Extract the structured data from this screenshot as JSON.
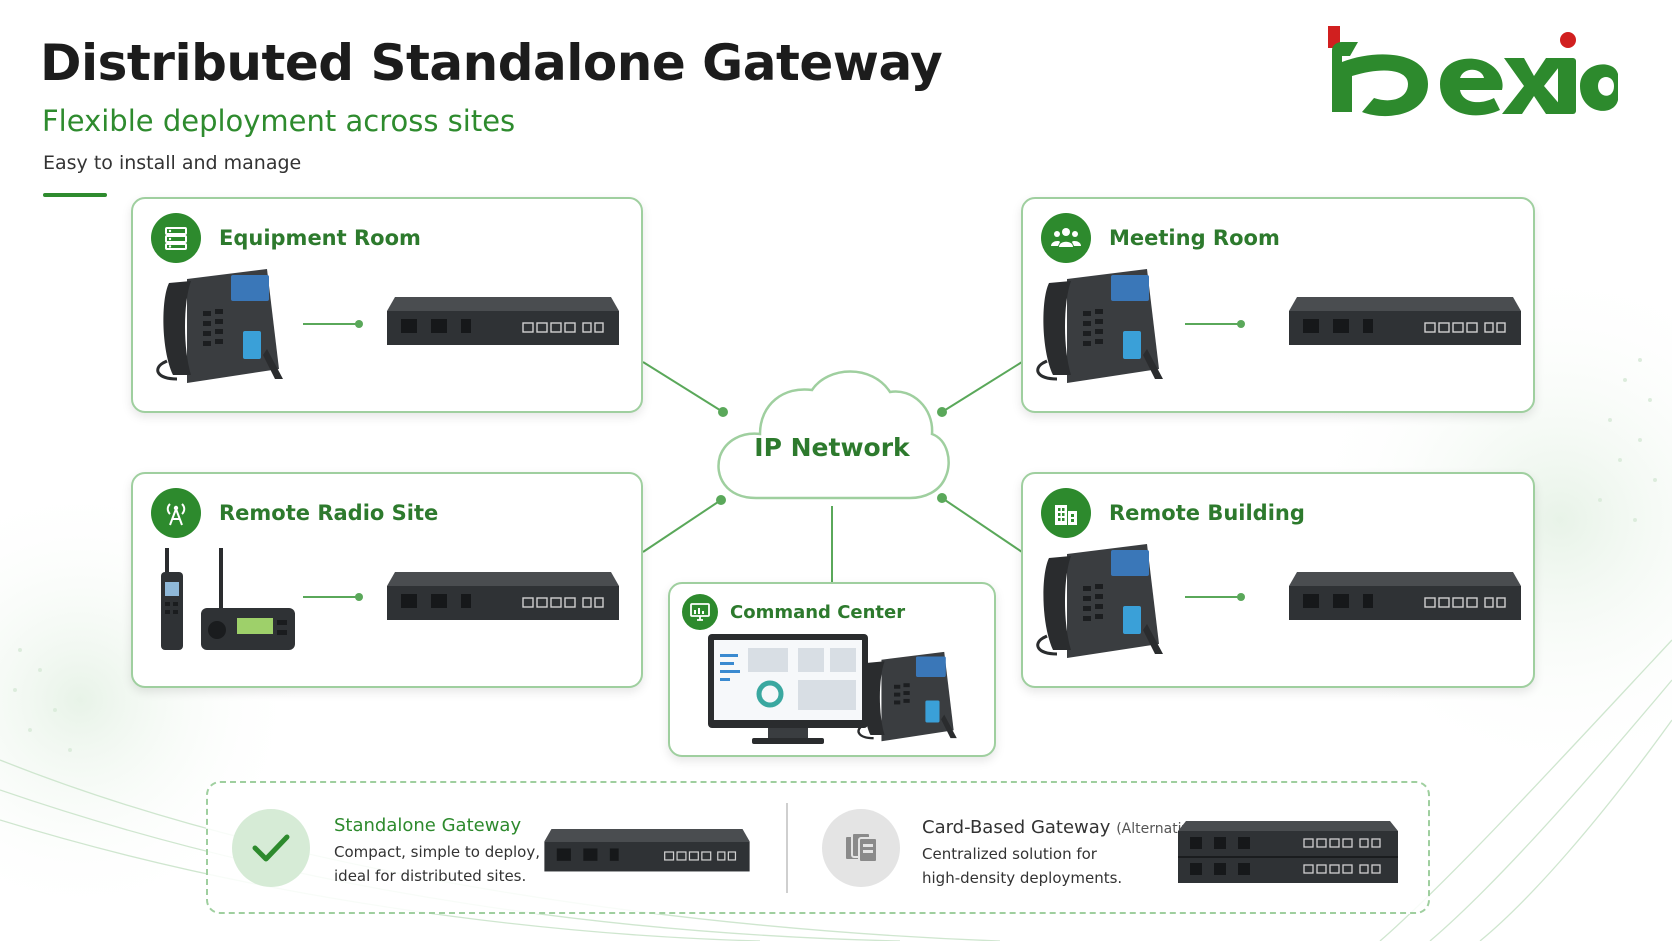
{
  "header": {
    "title": "Distributed Standalone Gateway",
    "subtitle": "Flexible deployment across sites",
    "tagline": "Easy to install and manage"
  },
  "logo": {
    "text": "bexiot",
    "brand_color": "#2d8a2d",
    "accent_color": "#d11f1f"
  },
  "network": {
    "label": "IP Network"
  },
  "sites": [
    {
      "title": "Equipment Room",
      "icon": "server-rack-icon",
      "device": "ip-phone"
    },
    {
      "title": "Meeting Room",
      "icon": "people-group-icon",
      "device": "ip-phone"
    },
    {
      "title": "Remote Radio Site",
      "icon": "radio-tower-icon",
      "device": "two-way-radio"
    },
    {
      "title": "Remote Building",
      "icon": "building-icon",
      "device": "ip-phone"
    },
    {
      "title": "Command Center",
      "icon": "monitor-icon",
      "device": "dashboard-monitor"
    }
  ],
  "comparison": {
    "standalone": {
      "title": "Standalone Gateway",
      "line1": "Compact, simple to deploy,",
      "line2": "ideal for distributed sites.",
      "icon": "checkmark-icon"
    },
    "card_based": {
      "title": "Card-Based Gateway",
      "note": "(Alternative)",
      "line1": "Centralized solution for",
      "line2": "high-density deployments.",
      "icon": "card-stack-icon"
    }
  },
  "colors": {
    "brand_green": "#2d8a2d",
    "card_border": "#9fcf9f",
    "connector": "#5aa85a",
    "device_body": "#3a3d40"
  }
}
